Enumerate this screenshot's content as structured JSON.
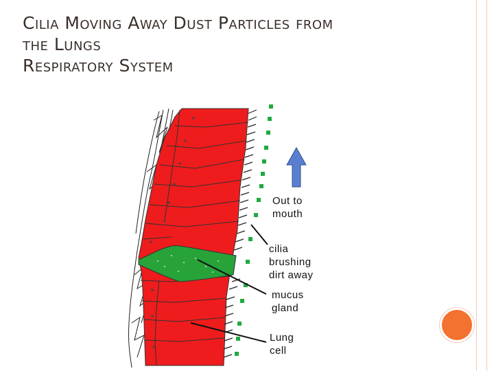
{
  "slide": {
    "title_lines": [
      "Cilia Moving Away Dust Particles from",
      "the Lungs",
      "Respiratory System"
    ]
  },
  "diagram": {
    "labels": {
      "out_to_mouth": "Out to\nmouth",
      "cilia": "cilia\nbrushing\ndirt away",
      "mucus_gland": "mucus\ngland",
      "lung_cell": "Lung\ncell"
    }
  },
  "colors": {
    "cell_fill": "#ee1c1c",
    "gland_fill": "#27a33a",
    "particle": "#1faa3f",
    "arrow_fill": "#5b7fd0",
    "accent_circle": "#f4722f",
    "frame": "#f2c9b6"
  }
}
